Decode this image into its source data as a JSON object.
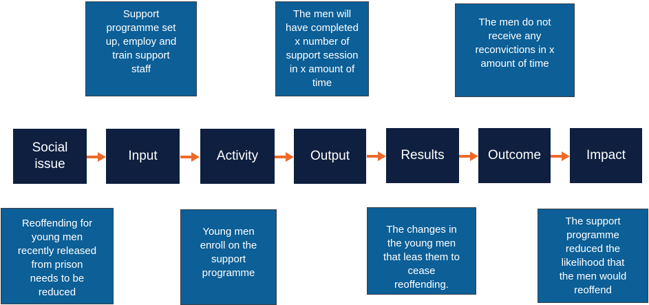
{
  "colors": {
    "note_fill": "#0c5f97",
    "stage_fill": "#0e1f3f",
    "arrow": "#ef6a2a"
  },
  "stages": [
    {
      "id": "social-issue",
      "label": "Social\nissue"
    },
    {
      "id": "input",
      "label": "Input"
    },
    {
      "id": "activity",
      "label": "Activity"
    },
    {
      "id": "output",
      "label": "Output"
    },
    {
      "id": "results",
      "label": "Results"
    },
    {
      "id": "outcome",
      "label": "Outcome"
    },
    {
      "id": "impact",
      "label": "Impact"
    }
  ],
  "top_notes": {
    "input": "Support\nprogramme set\nup, employ and\ntrain support\nstaff",
    "output": "The men will\nhave completed\nx number of\nsupport session\nin x amount of\ntime",
    "outcome": "The men do not\nreceive any\nreconvictions in x\namount of time"
  },
  "bottom_notes": {
    "social_issue": "Reoffending for\nyoung men\nrecently released\nfrom prison\nneeds to be\nreduced",
    "activity": "Young men\nenroll on the\nsupport\nprogramme",
    "results": "The changes in\nthe young men\nthat leas them to\ncease\nreoffending.",
    "impact": "The support\nprogramme\nreduced the\nlikelihood that\nthe men would\nreoffend"
  }
}
